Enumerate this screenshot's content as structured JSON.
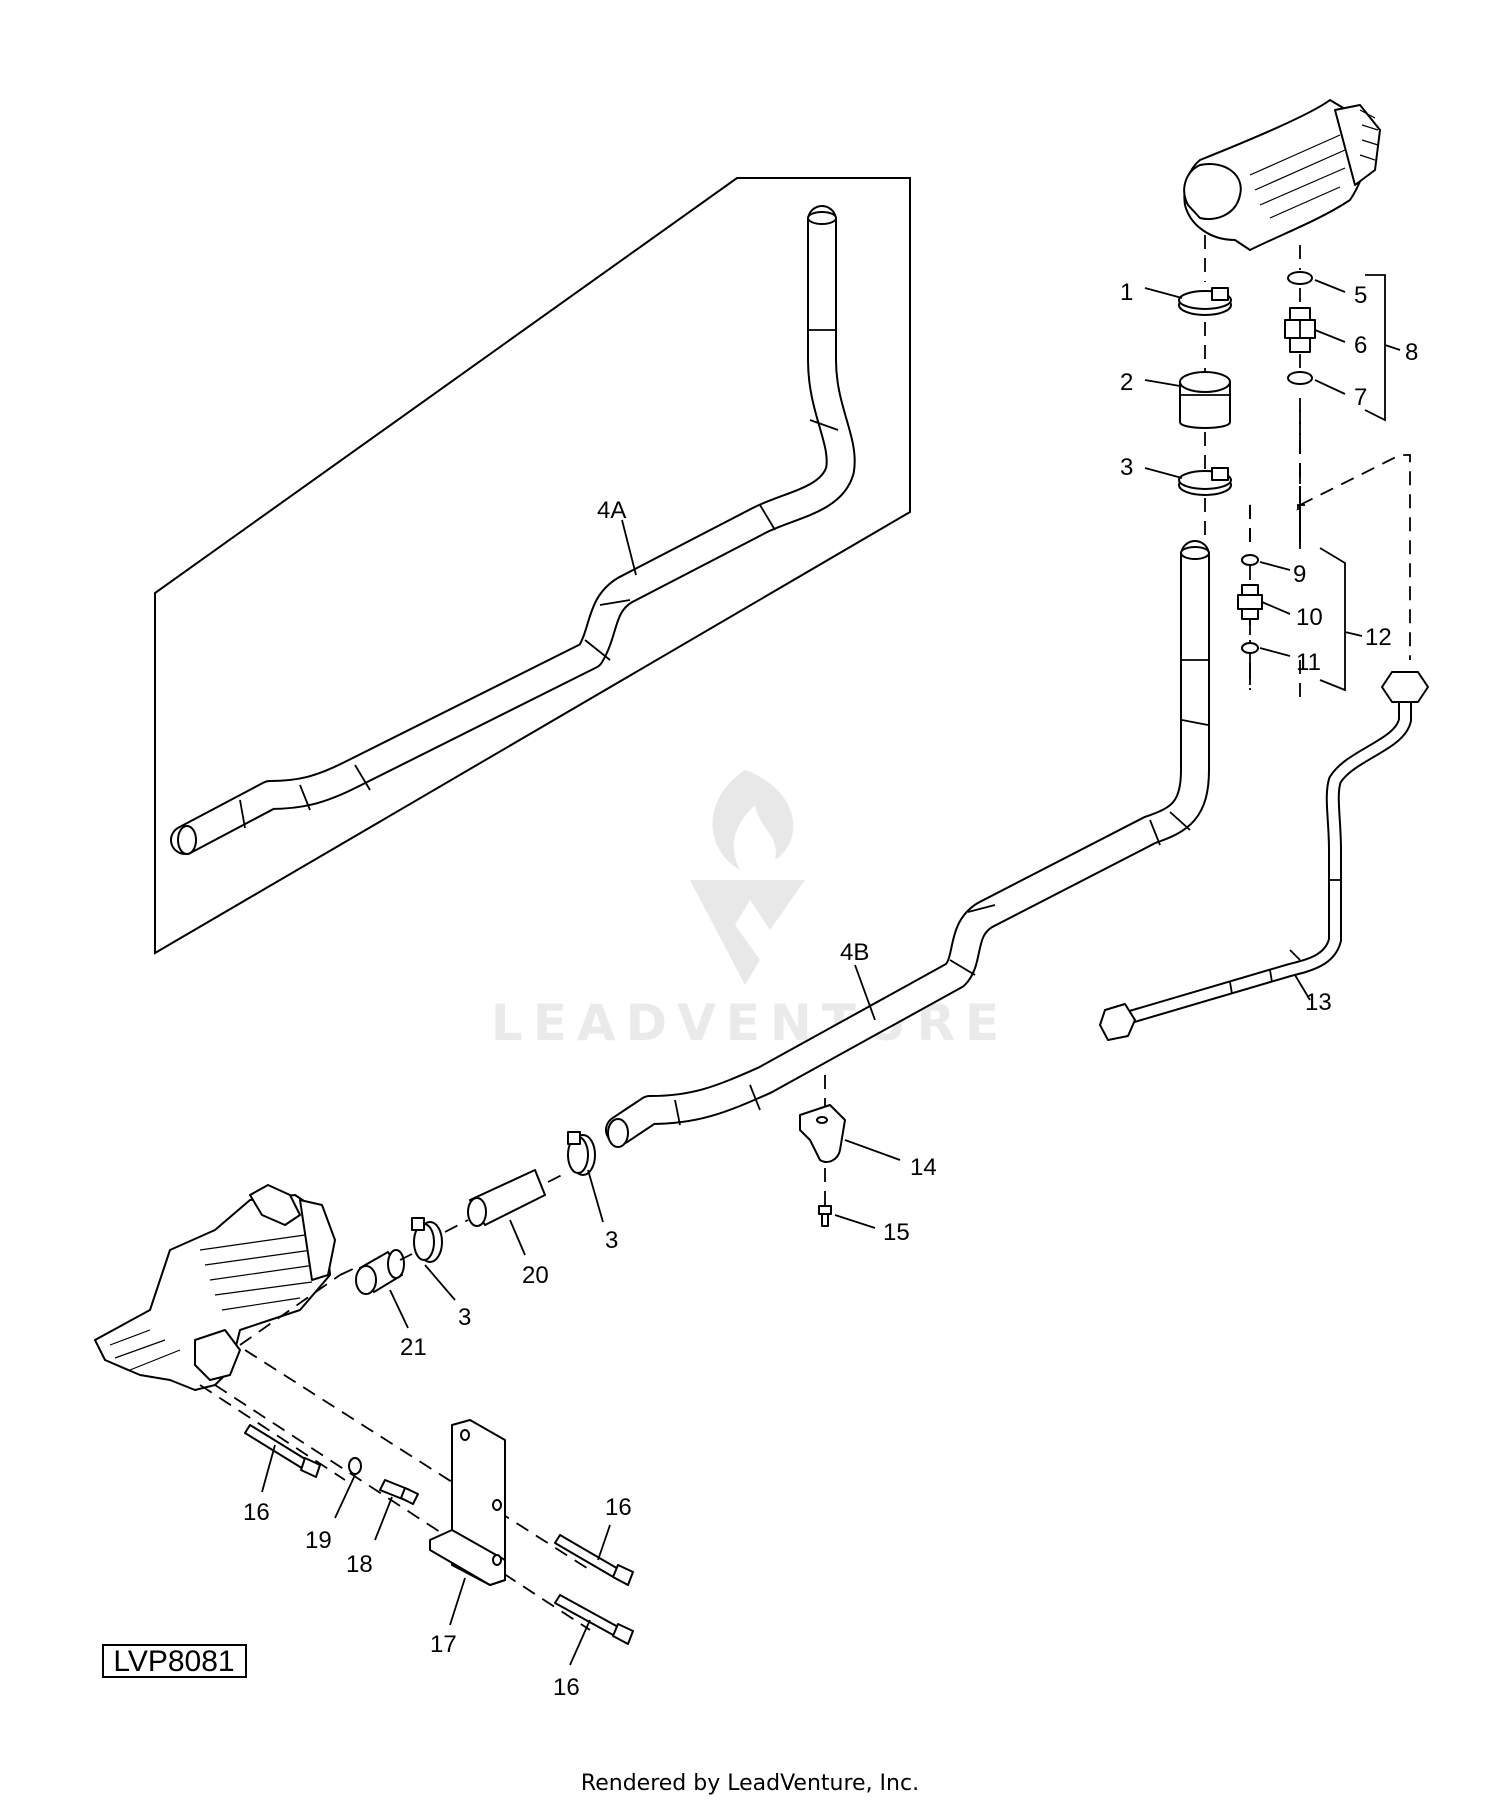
{
  "diagram": {
    "reference_code": "LVP8081",
    "footer": "Rendered by LeadVenture, Inc.",
    "watermark": "LEADVENTURE",
    "callouts": {
      "c1": "1",
      "c2": "2",
      "c3a": "3",
      "c3b": "3",
      "c3c": "3",
      "c4a": "4A",
      "c4b": "4B",
      "c5": "5",
      "c6": "6",
      "c7": "7",
      "c8": "8",
      "c9": "9",
      "c10": "10",
      "c11": "11",
      "c12": "12",
      "c13": "13",
      "c14": "14",
      "c15": "15",
      "c16a": "16",
      "c16b": "16",
      "c16c": "16",
      "c17": "17",
      "c18": "18",
      "c19": "19",
      "c20": "20",
      "c21": "21"
    }
  }
}
